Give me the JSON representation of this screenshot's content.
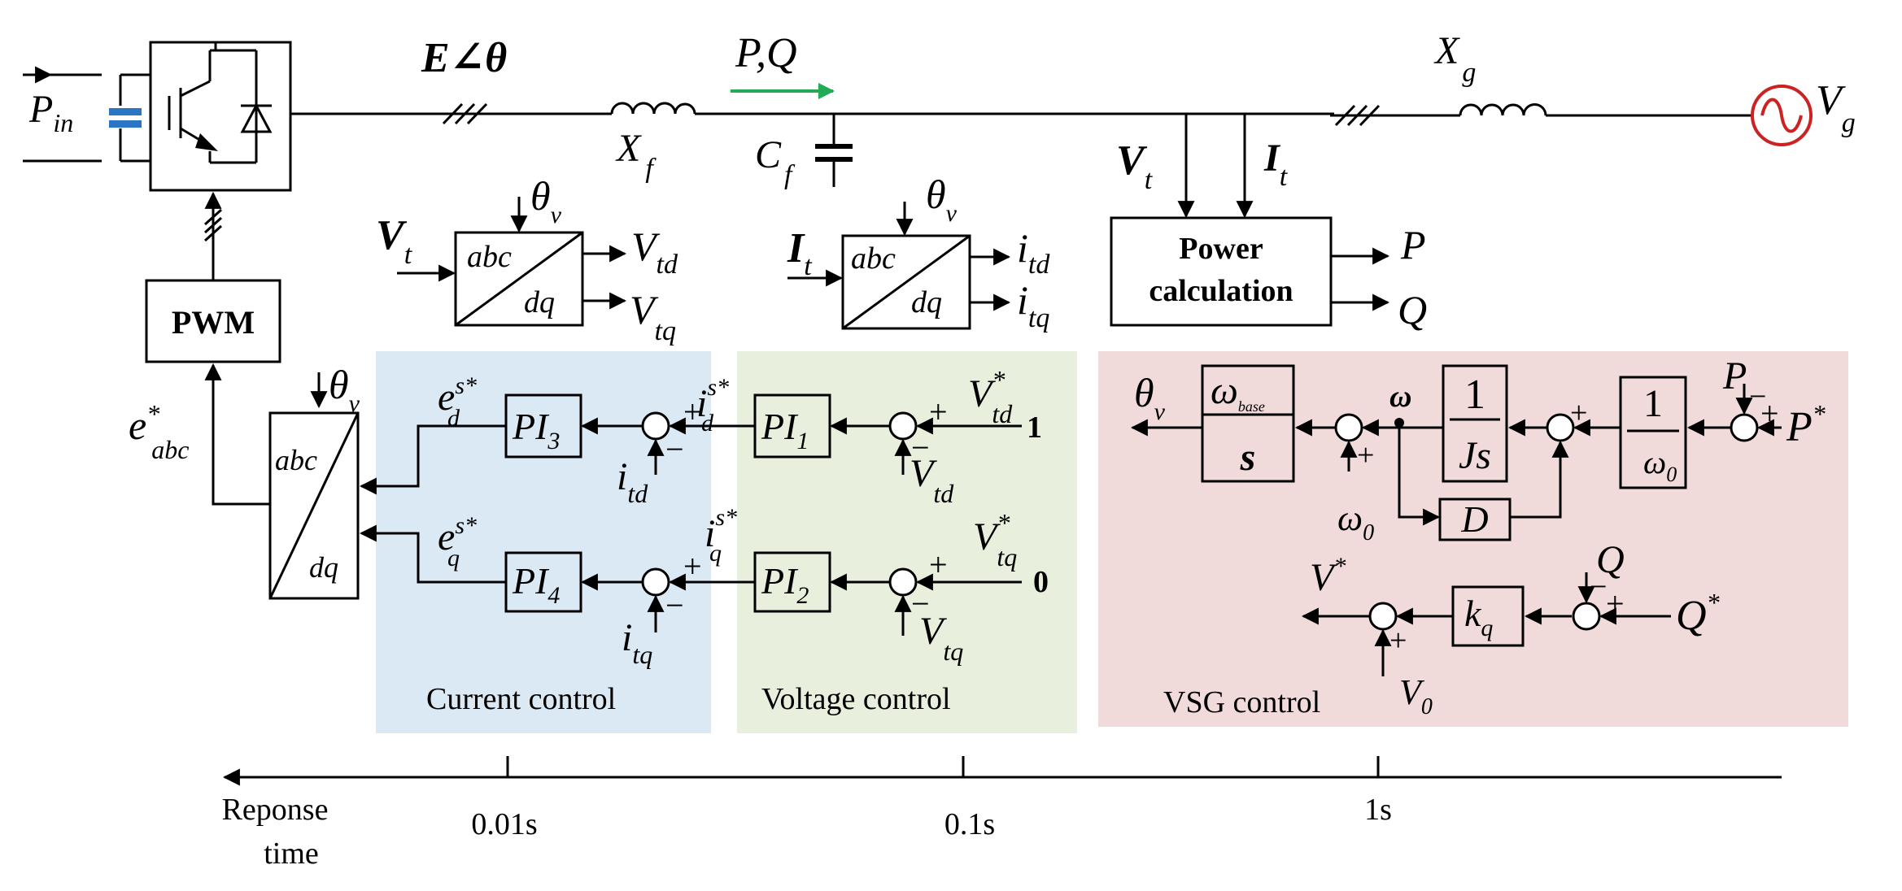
{
  "colors": {
    "current_region": "#dbe9f4",
    "voltage_region": "#e8efdc",
    "vsg_region": "#f1dada",
    "source_red": "#cc2222",
    "capacitor_blue": "#2a75c4",
    "power_arrow_green": "#22aa55"
  },
  "power_stage": {
    "p_in": "P",
    "p_in_sub": "in",
    "e_angle": "E∠θ",
    "pq": "P,Q",
    "xf": "X",
    "xf_sub": "f",
    "cf": "C",
    "cf_sub": "f",
    "xg": "X",
    "xg_sub": "g",
    "vg": "V",
    "vg_sub": "g",
    "vt": "V",
    "vt_sub": "t",
    "it": "I",
    "it_sub": "t"
  },
  "blocks": {
    "pwm": "PWM",
    "power_calc_line1": "Power",
    "power_calc_line2": "calculation",
    "abc": "abc",
    "dq": "dq",
    "pi1": "PI",
    "pi1_sub": "1",
    "pi2": "PI",
    "pi2_sub": "2",
    "pi3": "PI",
    "pi3_sub": "3",
    "pi4": "PI",
    "pi4_sub": "4",
    "omega_base_num": "ω",
    "omega_base_sub": "base",
    "omega_base_den": "s",
    "inertia_num": "1",
    "inertia_den": "Js",
    "omega0_num": "1",
    "omega0_den": "ω",
    "omega0_den_sub": "0",
    "damping": "D",
    "kq": "k",
    "kq_sub": "q"
  },
  "signals": {
    "theta_v": "θ",
    "theta_v_sub": "v",
    "vt": "V",
    "vt_sub": "t",
    "it": "I",
    "it_sub": "t",
    "vtd": "V",
    "vtd_sub": "td",
    "vtq": "V",
    "vtq_sub": "tq",
    "itd": "i",
    "itd_sub": "td",
    "itq": "i",
    "itq_sub": "tq",
    "p": "P",
    "q": "Q",
    "eabc": "e",
    "eabc_sup": "*",
    "eabc_sub": "abc",
    "ed": "e",
    "ed_sup": "s*",
    "ed_sub": "d",
    "eq": "e",
    "eq_sup": "s*",
    "eq_sub": "q",
    "id_ref": "i",
    "id_ref_sup": "s*",
    "id_ref_sub": "d",
    "iq_ref": "i",
    "iq_ref_sup": "s*",
    "iq_ref_sub": "q",
    "vtd_ref": "V",
    "vtd_ref_sup": "*",
    "vtd_ref_sub": "td",
    "vtq_ref": "V",
    "vtq_ref_sup": "*",
    "vtq_ref_sub": "tq",
    "vtd_ref_val": "1",
    "vtq_ref_val": "0",
    "omega": "ω",
    "omega0": "ω",
    "omega0_sub": "0",
    "p_ref": "P",
    "p_ref_sup": "*",
    "q_ref": "Q",
    "q_ref_sup": "*",
    "v_ref": "V",
    "v_ref_sup": "*",
    "v0": "V",
    "v0_sub": "0",
    "plus": "+",
    "minus": "−"
  },
  "regions": {
    "current": "Current control",
    "voltage": "Voltage control",
    "vsg": "VSG control"
  },
  "timeline": {
    "title_line1": "Reponse",
    "title_line2": "time",
    "tick1": "0.01s",
    "tick2": "0.1s",
    "tick3": "1s"
  }
}
